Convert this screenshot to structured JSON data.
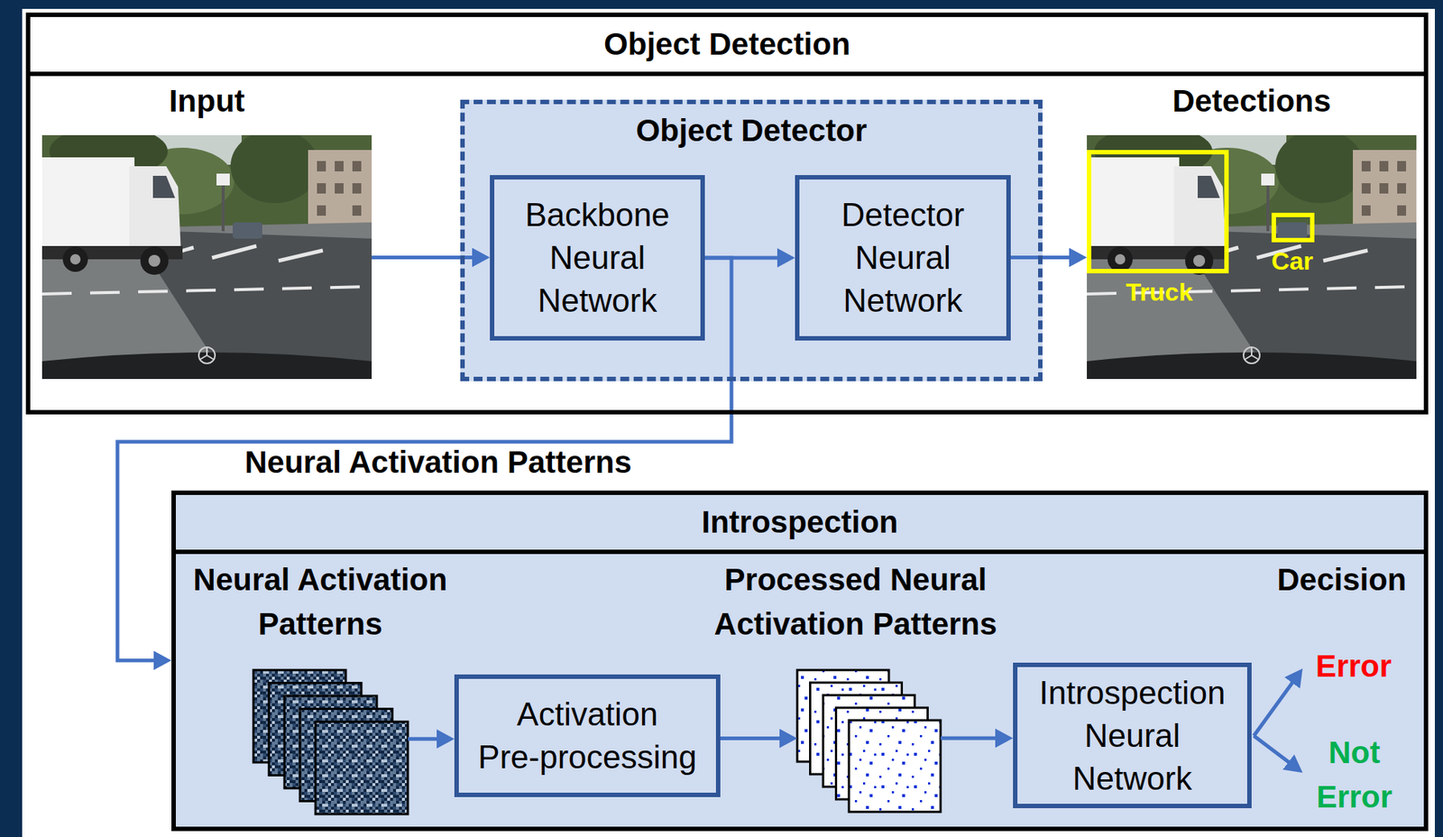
{
  "diagram": {
    "nodes": [
      {
        "text": [
          "Object Detection"
        ]
      },
      {
        "text": [
          "Input"
        ],
        "in": 0
      },
      {
        "text": [
          "Object Detector"
        ],
        "in": 0
      },
      {
        "text": [
          "Backbone Neural Network"
        ],
        "in": 2
      },
      {
        "text": [
          "Detector Neural Network"
        ],
        "in": 2
      },
      {
        "text": [
          "Detections",
          "Truck",
          "Car"
        ],
        "in": 0
      },
      {
        "text": [
          "Introspection"
        ]
      },
      {
        "text": [
          "Neural Activation Patterns"
        ],
        "in": 6
      },
      {
        "text": [
          "Activation Pre-processing"
        ],
        "in": 6
      },
      {
        "text": [
          "Processed Neural Activation Patterns"
        ],
        "in": 6
      },
      {
        "text": [
          "Introspection Neural Network"
        ],
        "in": 6
      }
    ],
    "edges": [
      {
        "from": 1,
        "to": 3,
        "arrow": "to"
      },
      {
        "from": 3,
        "to": 4,
        "arrow": "to"
      },
      {
        "from": 4,
        "to": 5,
        "arrow": "to"
      },
      {
        "from": 3,
        "to": 6,
        "label": "Neural Activation Patterns",
        "arrow": "to"
      },
      {
        "from": 7,
        "to": 8,
        "arrow": "to"
      },
      {
        "from": 8,
        "to": 9,
        "arrow": "to"
      },
      {
        "from": 9,
        "to": 10,
        "arrow": "to"
      }
    ],
    "labels": [
      "Decision",
      "Error",
      "Not Error"
    ]
  }
}
